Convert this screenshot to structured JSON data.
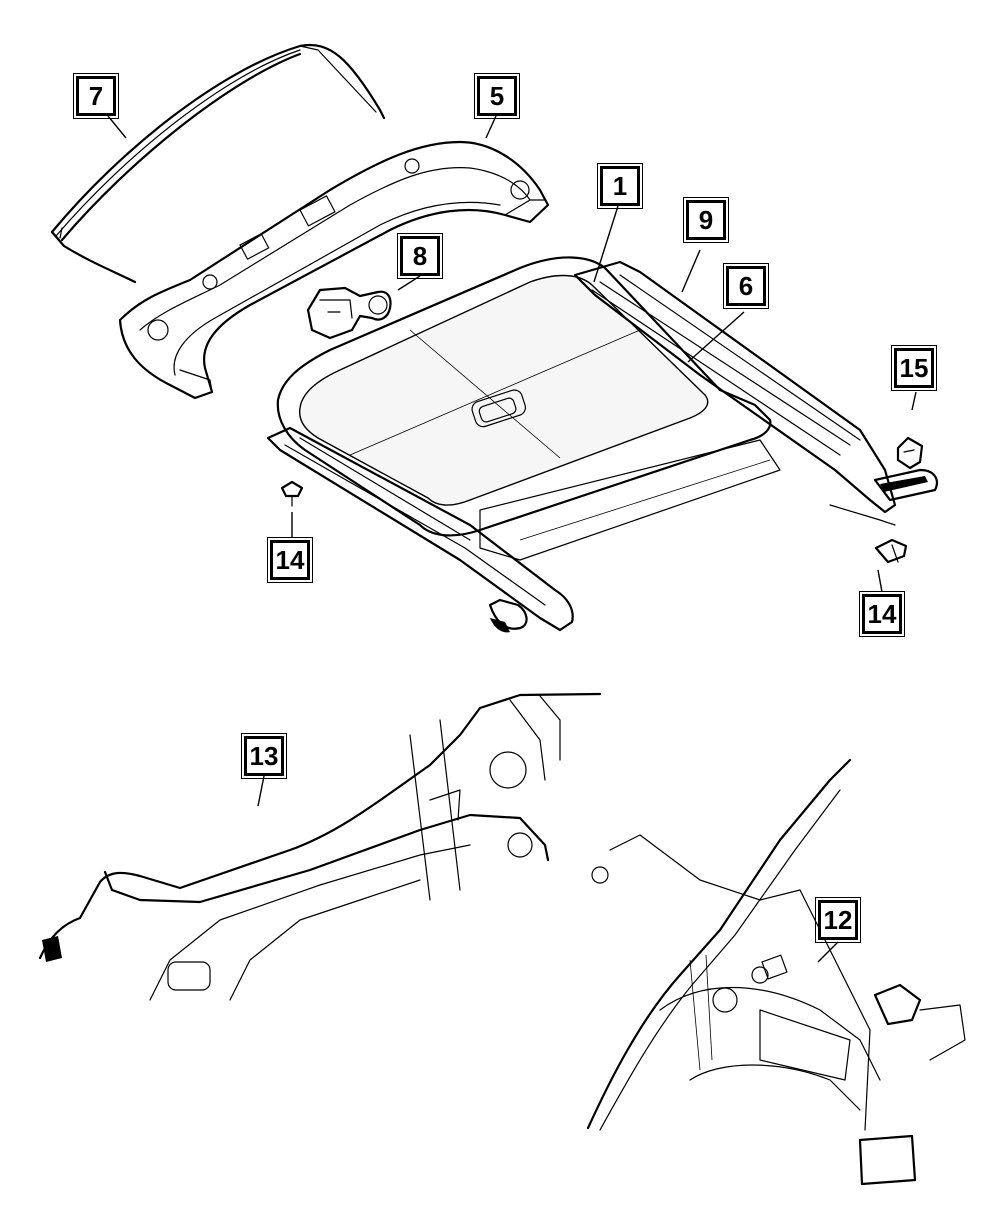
{
  "diagram": {
    "callouts": [
      {
        "id": "c7",
        "label": "7"
      },
      {
        "id": "c5",
        "label": "5"
      },
      {
        "id": "c1",
        "label": "1"
      },
      {
        "id": "c9",
        "label": "9"
      },
      {
        "id": "c8",
        "label": "8"
      },
      {
        "id": "c6",
        "label": "6"
      },
      {
        "id": "c15",
        "label": "15"
      },
      {
        "id": "c14a",
        "label": "14"
      },
      {
        "id": "c14b",
        "label": "14"
      },
      {
        "id": "c13",
        "label": "13"
      },
      {
        "id": "c12",
        "label": "12"
      }
    ]
  }
}
